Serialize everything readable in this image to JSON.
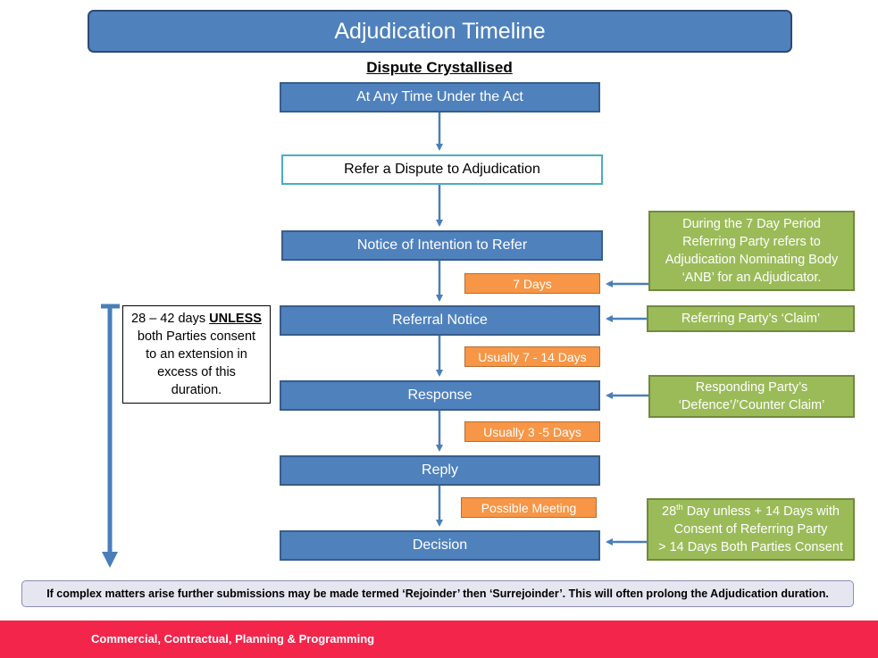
{
  "title": "Adjudication Timeline",
  "subtitle": "Dispute Crystallised",
  "steps": {
    "any_time": "At Any Time Under the Act",
    "refer": "Refer a Dispute to Adjudication",
    "notice": "Notice of Intention to Refer",
    "referral": "Referral Notice",
    "response": "Response",
    "reply": "Reply",
    "decision": "Decision"
  },
  "durations": {
    "seven_days": "7 Days",
    "usually_7_14": "Usually 7 - 14 Days",
    "usually_3_5": "Usually 3 -5 Days",
    "possible_meeting": "Possible Meeting"
  },
  "notes": {
    "anb": [
      "During the 7 Day Period",
      "Referring Party refers to",
      "Adjudication Nominating Body",
      "‘ANB’ for an Adjudicator."
    ],
    "claim": "Referring Party’s ‘Claim’",
    "defence": [
      "Responding Party’s",
      "‘Defence’/’Counter Claim’"
    ],
    "decision_day": "28",
    "decision_sup": "th",
    "decision_line1_rest": " Day unless + 14 Days with",
    "decision_line2": "Consent of Referring Party",
    "decision_line3": "> 14 Days Both Parties Consent"
  },
  "side_box": {
    "prefix": "28 – 42 days ",
    "emphasis": "UNLESS",
    "rest": [
      "both Parties consent",
      "to an extension in",
      "excess of this",
      "duration."
    ]
  },
  "footer_note": "If complex matters arise further submissions may be made termed ‘Rejoinder’ then ‘Surrejoinder’. This will often prolong the Adjudication duration.",
  "footer_band": "Commercial, Contractual, Planning & Programming",
  "colors": {
    "step_blue": "#4f81bd",
    "duration_orange": "#f79646",
    "note_green": "#9bbb59",
    "footer_red": "#f4254b"
  }
}
